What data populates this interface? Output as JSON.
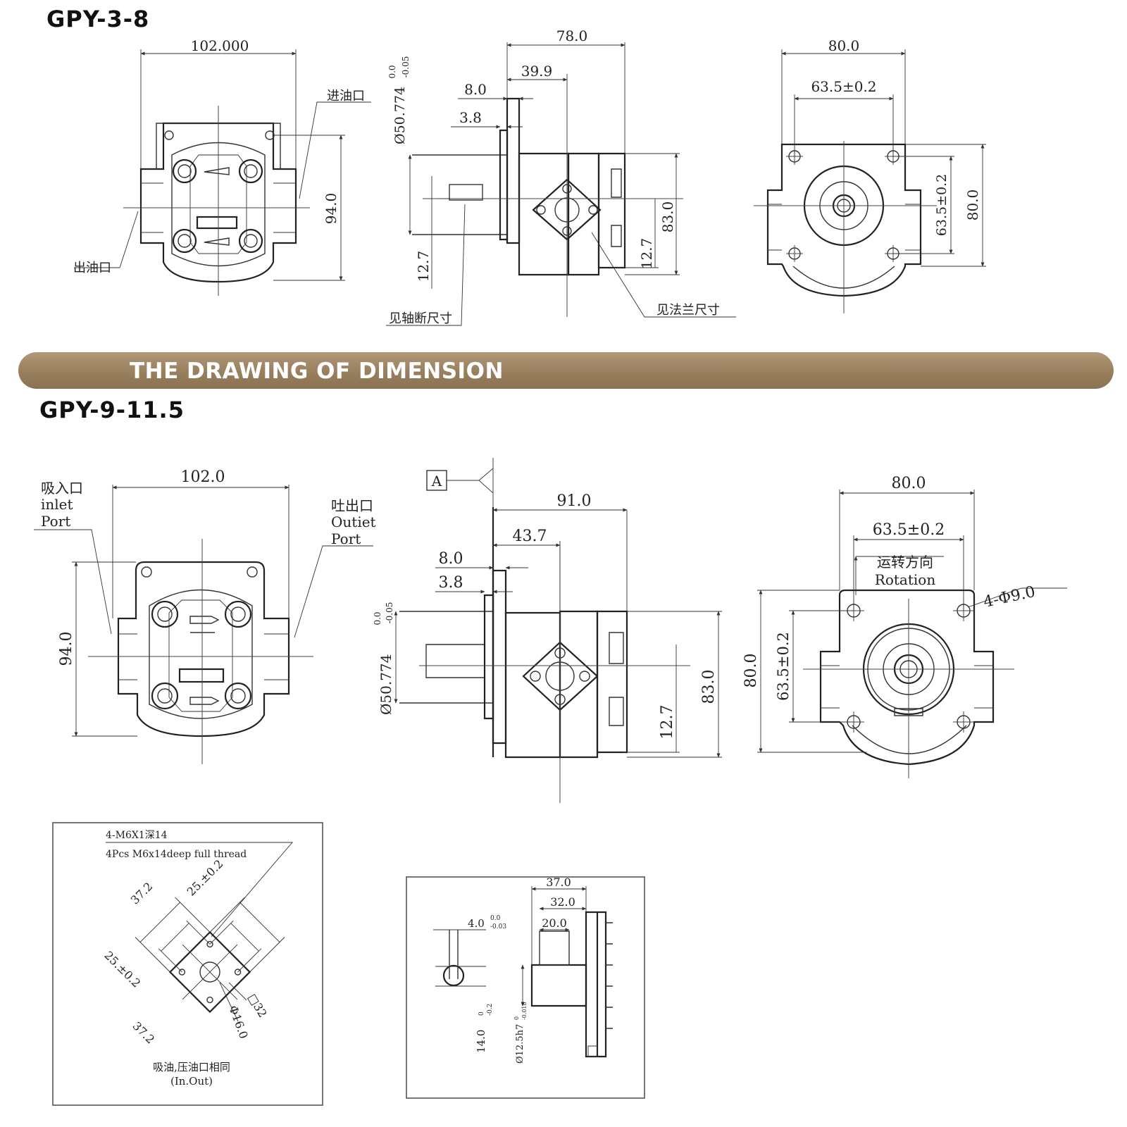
{
  "header": {
    "banner_title": "THE DRAWING OF DIMENSION"
  },
  "model_a": {
    "title": "GPY-3-8",
    "front": {
      "width": "102.000",
      "height": "94.0",
      "inlet_label": "进油口",
      "outlet_label": "出油口"
    },
    "side": {
      "overall": "78.0",
      "d1": "39.9",
      "d2": "8.0",
      "d3": "3.8",
      "pilot": "Ø50.774",
      "tol_up": "0.0",
      "tol_dn": "-0.05",
      "h1": "12.7",
      "h2": "12.7",
      "h3": "83.0",
      "note_shaft": "见轴断尺寸",
      "note_flange": "见法兰尺寸"
    },
    "rear": {
      "width": "80.0",
      "bolt": "63.5±0.2",
      "bolt_v": "63.5±0.2",
      "height": "80.0"
    }
  },
  "model_b": {
    "title": "GPY-9-11.5",
    "front": {
      "width": "102.0",
      "height": "94.0",
      "inlet_cn": "吸入口",
      "inlet_en1": "inlet",
      "inlet_en2": "Port",
      "outlet_cn": "吐出口",
      "outlet_en1": "Outiet",
      "outlet_en2": "Port"
    },
    "side": {
      "datum": "A",
      "overall": "91.0",
      "d1": "43.7",
      "d2": "8.0",
      "d3": "3.8",
      "pilot": "Ø50.774",
      "tol_up": "0.0",
      "tol_dn": "-0.05",
      "h1": "12.7",
      "h2": "83.0"
    },
    "rear": {
      "width": "80.0",
      "bolt": "63.5±0.2",
      "rot_cn": "运转方向",
      "rot_en": "Rotation",
      "holes": "4-Φ9.0",
      "height": "80.0",
      "bolt_v": "63.5±0.2"
    }
  },
  "port_detail": {
    "thread_cn": "4-M6X1深14",
    "thread_en": "4Pcs M6x14deep full thread",
    "d1": "37.2",
    "d2": "25.±0.2",
    "d3": "25.±0.2",
    "d4": "37.2",
    "square": "□32",
    "bore": "Φ16.0",
    "note_cn": "吸油,压油口相同",
    "note_en": "(In.Out)"
  },
  "shaft_detail": {
    "len1": "37.0",
    "len2": "32.0",
    "len3": "20.0",
    "key": "4.0",
    "key_tol_up": "0.0",
    "key_tol_dn": "-0.03",
    "height": "14.0",
    "height_tol_up": "0",
    "height_tol_dn": "-0.2",
    "dia": "Ø12.5h7",
    "dia_tol_up": "0",
    "dia_tol_dn": "-0.018"
  }
}
